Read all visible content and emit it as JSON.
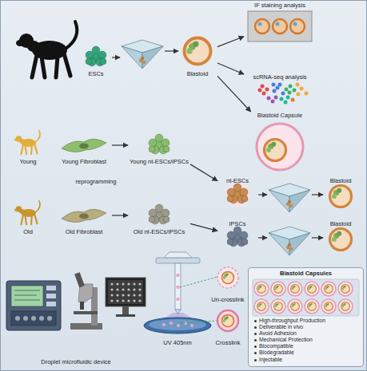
{
  "diagram": {
    "nodes": [
      {
        "text": [
          "ESCs"
        ]
      },
      {
        "text": [
          "Blastoid"
        ]
      },
      {
        "text": [
          "IF staining analysis"
        ]
      },
      {
        "text": [
          "scRNA-seq analysis"
        ]
      },
      {
        "text": [
          "Blastoid Capsule"
        ]
      },
      {
        "text": [
          "Young"
        ]
      },
      {
        "text": [
          "Young Fibroblast"
        ]
      },
      {
        "text": [
          "Young nt-ESCs/iPSCs"
        ]
      },
      {
        "text": [
          "nt-ESCs"
        ]
      },
      {
        "text": [
          "Blastoid"
        ]
      },
      {
        "text": [
          "Old"
        ]
      },
      {
        "text": [
          "Old Fibroblast"
        ]
      },
      {
        "text": [
          "Old nt-ESCs/iPSCs"
        ]
      },
      {
        "text": [
          "iPSCs"
        ]
      },
      {
        "text": [
          "Blastoid"
        ]
      },
      {
        "text": [
          "Droplet microfluidic device"
        ]
      },
      {
        "text": [
          "Un-crosslink"
        ]
      },
      {
        "text": [
          "Crosslink"
        ]
      },
      {
        "text": [
          "Blastoid Capsules",
          "High-throughput Production",
          "Deliverable in vivo",
          "Avoid Adhesion",
          "Mechanical Protection",
          "Biocompatible",
          "Biodegradable",
          "Injectable"
        ]
      }
    ],
    "edges": [
      {
        "from": 1,
        "to": 2,
        "arrow": "to"
      },
      {
        "from": 1,
        "to": 3,
        "arrow": "to"
      },
      {
        "from": 1,
        "to": 4,
        "arrow": "to"
      },
      {
        "from": 6,
        "to": 7,
        "arrow": "to"
      },
      {
        "from": 7,
        "to": 8,
        "arrow": "to"
      },
      {
        "from": 11,
        "to": 12,
        "arrow": "to"
      },
      {
        "from": 12,
        "to": 13,
        "arrow": "to"
      }
    ],
    "labels": [
      "reprogramming",
      "UV 405nm"
    ]
  }
}
